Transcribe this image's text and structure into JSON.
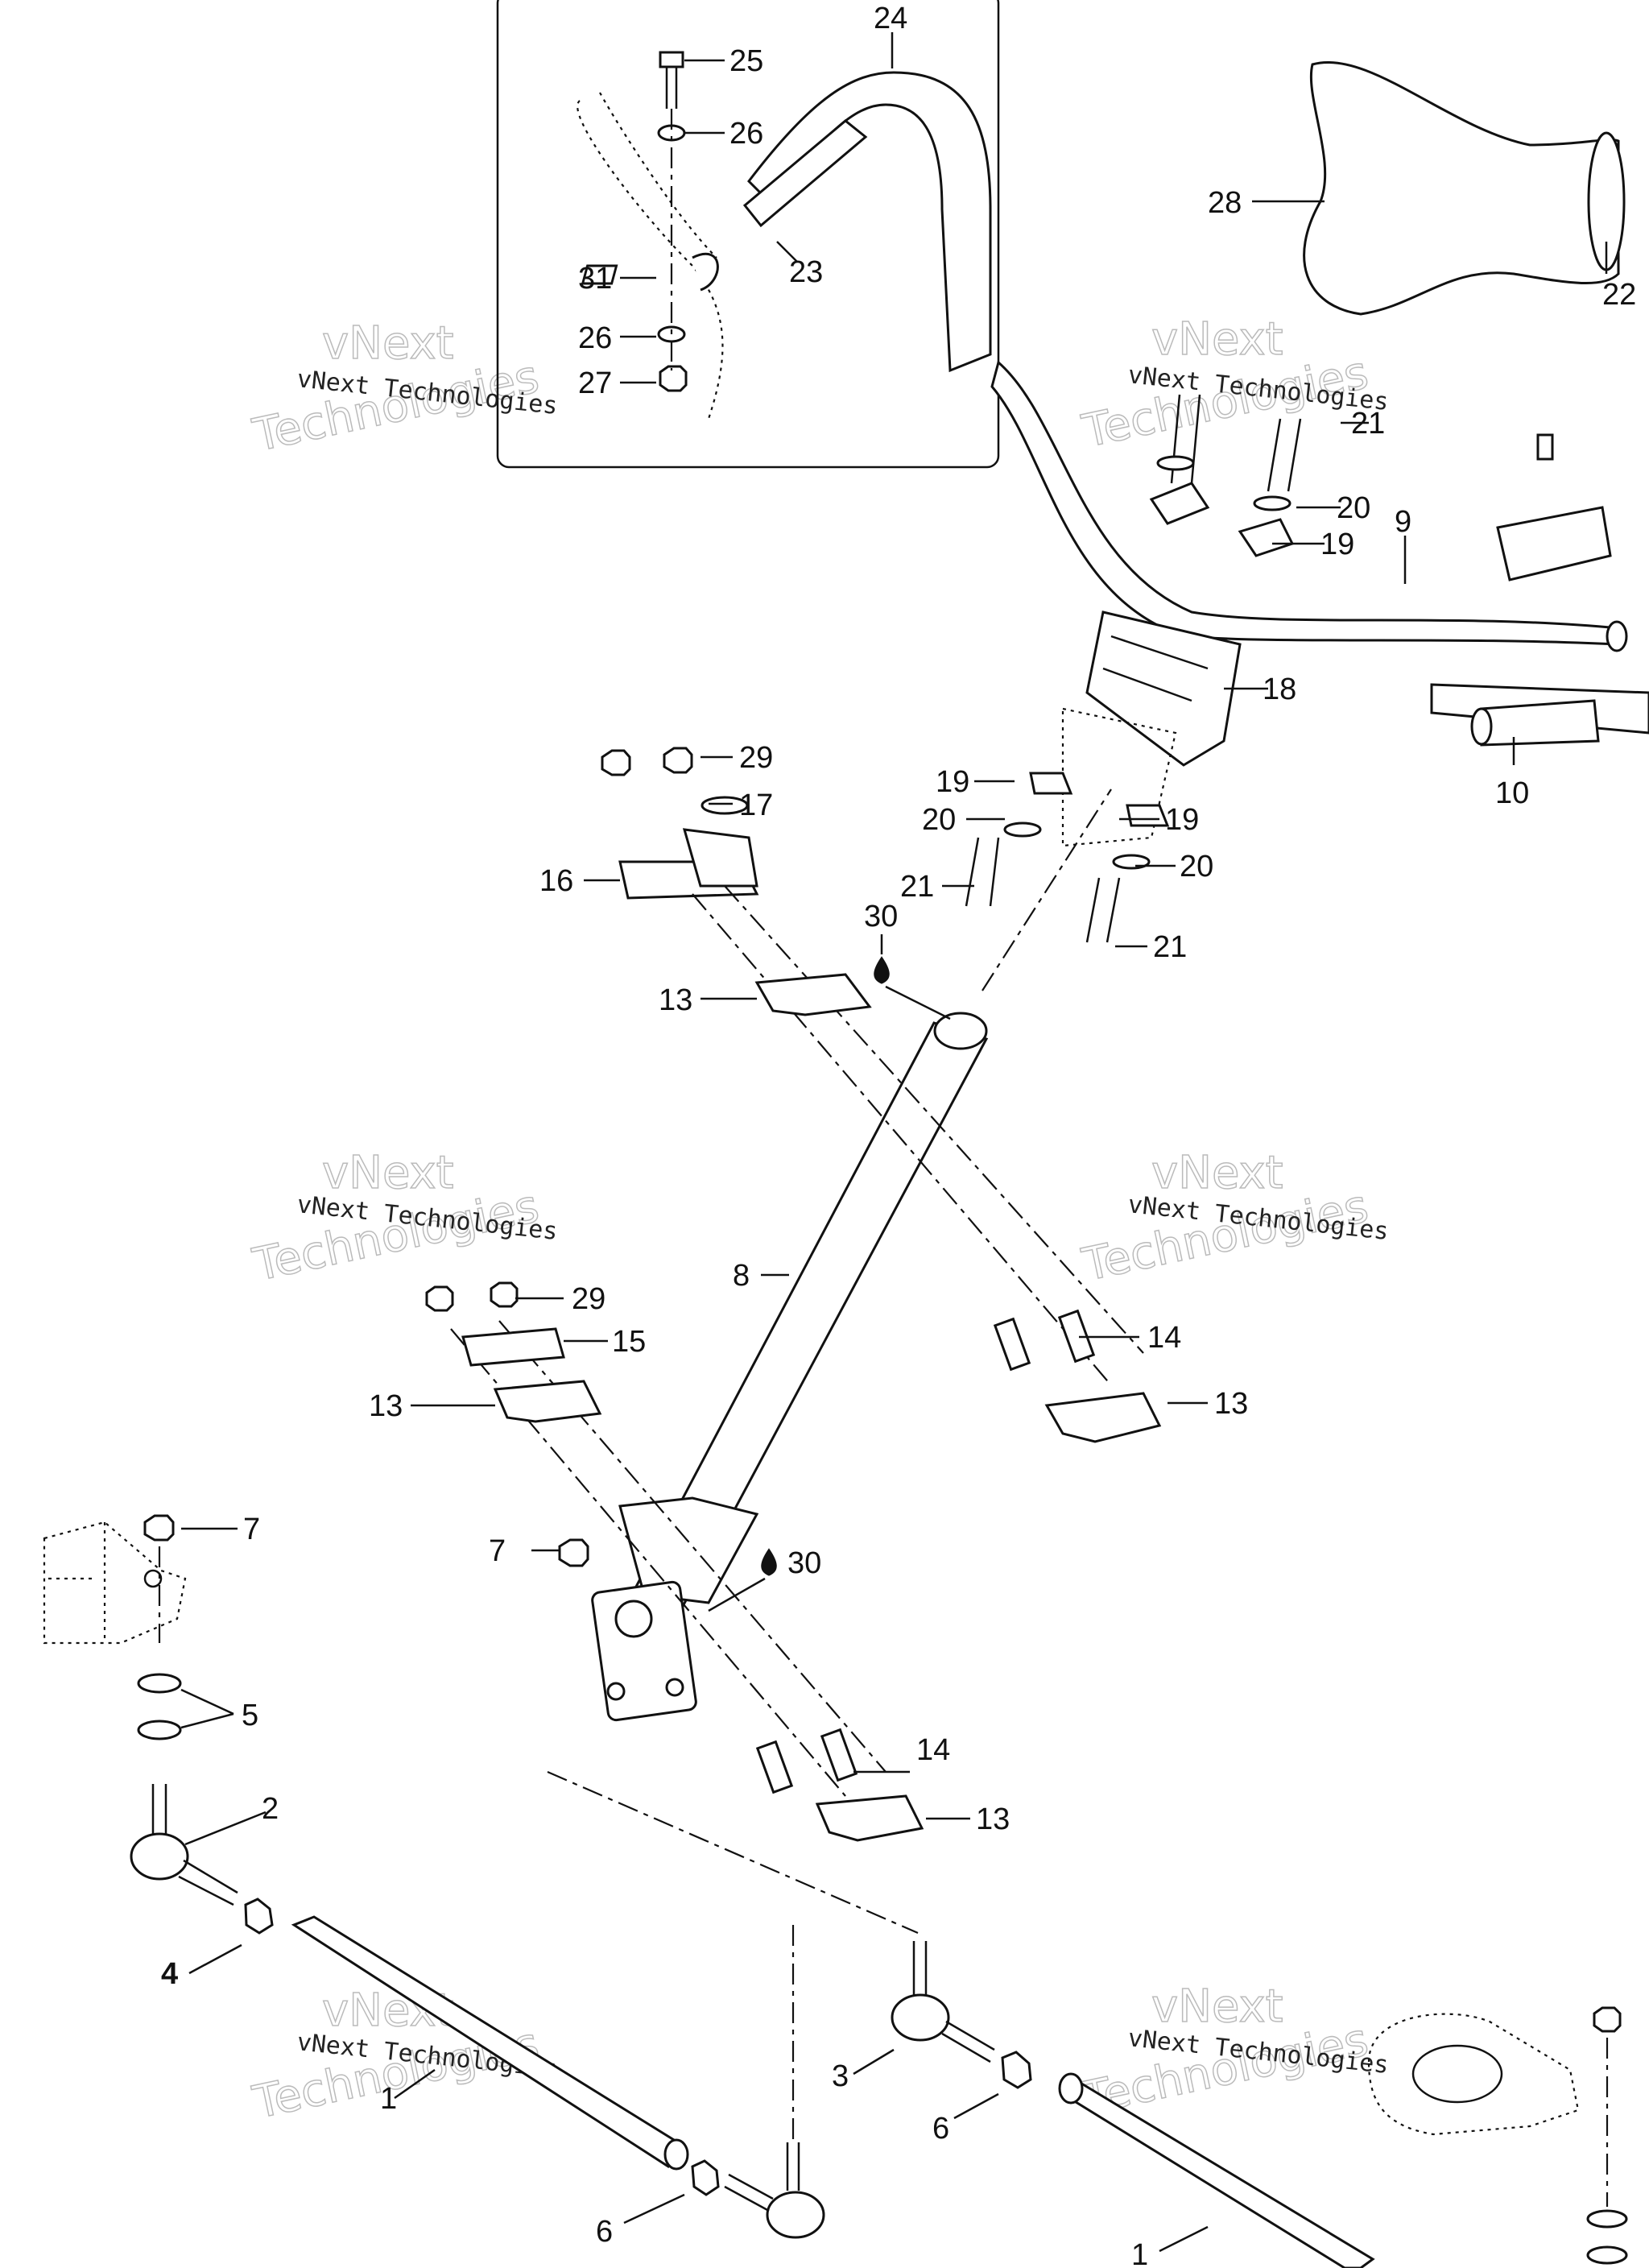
{
  "watermark": {
    "line1": "vNext Technologies",
    "line2": "vNext",
    "line3": "Technologies"
  },
  "callouts": {
    "c1a": "1",
    "c1b": "1",
    "c2": "2",
    "c3": "3",
    "c4": "4",
    "c5": "5",
    "c6a": "6",
    "c6b": "6",
    "c7a": "7",
    "c7b": "7",
    "c8": "8",
    "c9": "9",
    "c10": "10",
    "c13a": "13",
    "c13b": "13",
    "c13c": "13",
    "c13d": "13",
    "c14a": "14",
    "c14b": "14",
    "c15": "15",
    "c16": "16",
    "c17": "17",
    "c18": "18",
    "c19a": "19",
    "c19b": "19",
    "c19c": "19",
    "c20a": "20",
    "c20b": "20",
    "c20c": "20",
    "c21a": "21",
    "c21b": "21",
    "c21c": "21",
    "c22": "22",
    "c23": "23",
    "c24": "24",
    "c25": "25",
    "c26a": "26",
    "c26b": "26",
    "c27": "27",
    "c28": "28",
    "c29a": "29",
    "c29b": "29",
    "c30a": "30",
    "c30b": "30"
  }
}
